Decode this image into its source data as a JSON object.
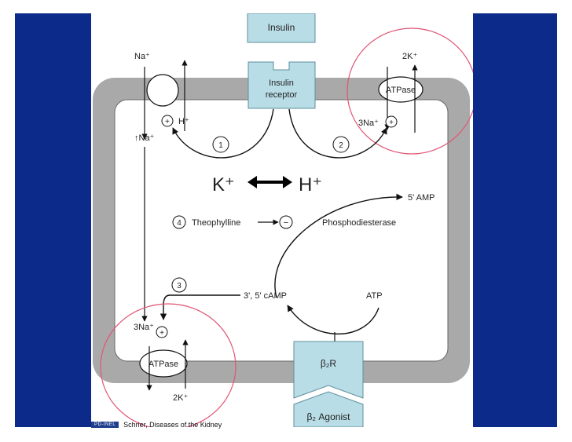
{
  "diagram": {
    "insulin": "Insulin",
    "insulin_receptor_line1": "Insulin",
    "insulin_receptor_line2": "receptor",
    "na_top": "Na⁺",
    "h_top": "H⁺",
    "up_na": "↑Na⁺",
    "atpase_top": "ATPase",
    "k2_top": "2K⁺",
    "na3_top": "3Na⁺",
    "step1": "1",
    "step2": "2",
    "step3": "3",
    "step4": "4",
    "k_plus": "K⁺",
    "h_plus": "H⁺",
    "amp": "5' AMP",
    "theophylline": "Theophylline",
    "phosphodiesterase": "Phosphodiesterase",
    "camp": "3', 5' cAMP",
    "atp": "ATP",
    "na3_bottom": "3Na⁺",
    "atpase_bottom": "ATPase",
    "k2_bottom": "2K⁺",
    "b2r": "β₂R",
    "b2_agonist": "β₂ Agonist",
    "plus": "+",
    "minus": "−"
  },
  "footer": {
    "badge": "PD-INEL",
    "credit": "Schrier, Diseases of the Kidney"
  },
  "colors": {
    "slide_bar": "#0b2a8a",
    "membrane": "#a9a9a9",
    "box_fill": "#b9dde6",
    "circle_highlight": "#e05573"
  }
}
